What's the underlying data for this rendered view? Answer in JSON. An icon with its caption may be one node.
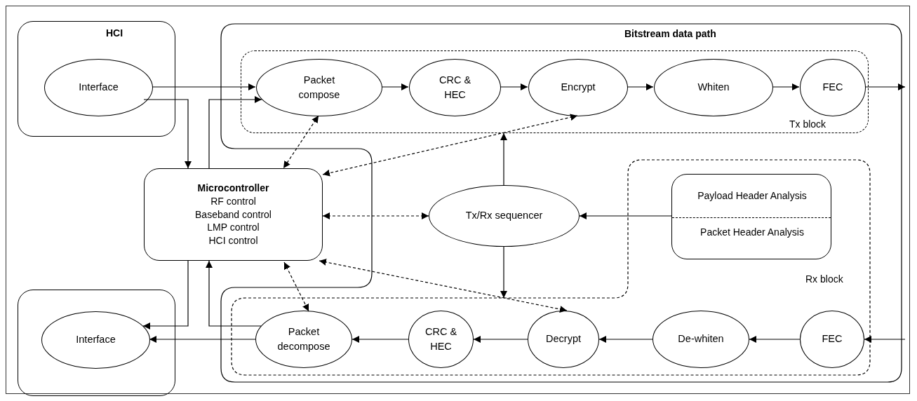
{
  "diagram": {
    "nodes": [
      {
        "text": [
          "HCI"
        ]
      },
      {
        "text": [
          "Interface"
        ],
        "in": 0
      },
      {
        "text": [
          "Bitstream data path"
        ]
      },
      {
        "text": [
          "Tx block"
        ],
        "in": 2
      },
      {
        "text": [
          "Packet compose"
        ],
        "in": 3
      },
      {
        "text": [
          "CRC & HEC"
        ],
        "in": 3
      },
      {
        "text": [
          "Encrypt"
        ],
        "in": 3
      },
      {
        "text": [
          "Whiten"
        ],
        "in": 3
      },
      {
        "text": [
          "FEC"
        ],
        "in": 3
      },
      {
        "text": [
          "Microcontroller",
          "RF control",
          "Baseband control",
          "LMP control",
          "HCI control"
        ]
      },
      {
        "text": [
          "Tx/Rx sequencer"
        ],
        "in": 2
      },
      {
        "text": [
          "Rx block"
        ],
        "in": 2
      },
      {
        "text": [
          "Payload Header Analysis",
          "Packet Header Analysis"
        ],
        "in": 11
      },
      {
        "text": [],
        "shape": "box"
      },
      {
        "text": [
          "Interface"
        ],
        "in": 13
      },
      {
        "text": [
          "Packet decompose"
        ],
        "in": 11
      },
      {
        "text": [
          "CRC & HEC"
        ],
        "in": 11
      },
      {
        "text": [
          "Decrypt"
        ],
        "in": 11
      },
      {
        "text": [
          "De-whiten"
        ],
        "in": 11
      },
      {
        "text": [
          "FEC"
        ],
        "in": 11
      }
    ],
    "edges": [
      {
        "from": 1,
        "to": 4,
        "arrow": "to"
      },
      {
        "from": 1,
        "to": 9,
        "arrow": "to"
      },
      {
        "from": 9,
        "to": 4,
        "arrow": "to"
      },
      {
        "from": 4,
        "to": 5,
        "arrow": "to"
      },
      {
        "from": 5,
        "to": 6,
        "arrow": "to"
      },
      {
        "from": 6,
        "to": 7,
        "arrow": "to"
      },
      {
        "from": 7,
        "to": 8,
        "arrow": "to"
      },
      {
        "from": 8,
        "to": null,
        "arrow": "to"
      },
      {
        "from": 4,
        "to": 9,
        "arrow": "both",
        "style": "dashed"
      },
      {
        "from": 6,
        "to": 9,
        "arrow": "both",
        "style": "dashed"
      },
      {
        "from": 9,
        "to": 10,
        "arrow": "both",
        "style": "dashed"
      },
      {
        "from": 10,
        "to": 3,
        "arrow": "to"
      },
      {
        "from": 10,
        "to": 11,
        "arrow": "to"
      },
      {
        "from": 12,
        "to": 10,
        "arrow": "to"
      },
      {
        "from": 9,
        "to": 15,
        "arrow": "both",
        "style": "dashed"
      },
      {
        "from": 9,
        "to": 17,
        "arrow": "both",
        "style": "dashed"
      },
      {
        "from": 9,
        "to": 14,
        "arrow": "to"
      },
      {
        "from": 15,
        "to": 9,
        "arrow": "to"
      },
      {
        "from": 15,
        "to": 14,
        "arrow": "to"
      },
      {
        "from": 16,
        "to": 15,
        "arrow": "to"
      },
      {
        "from": 17,
        "to": 16,
        "arrow": "to"
      },
      {
        "from": 18,
        "to": 17,
        "arrow": "to"
      },
      {
        "from": 19,
        "to": 18,
        "arrow": "to"
      },
      {
        "from": null,
        "to": 19,
        "arrow": "to"
      }
    ]
  }
}
